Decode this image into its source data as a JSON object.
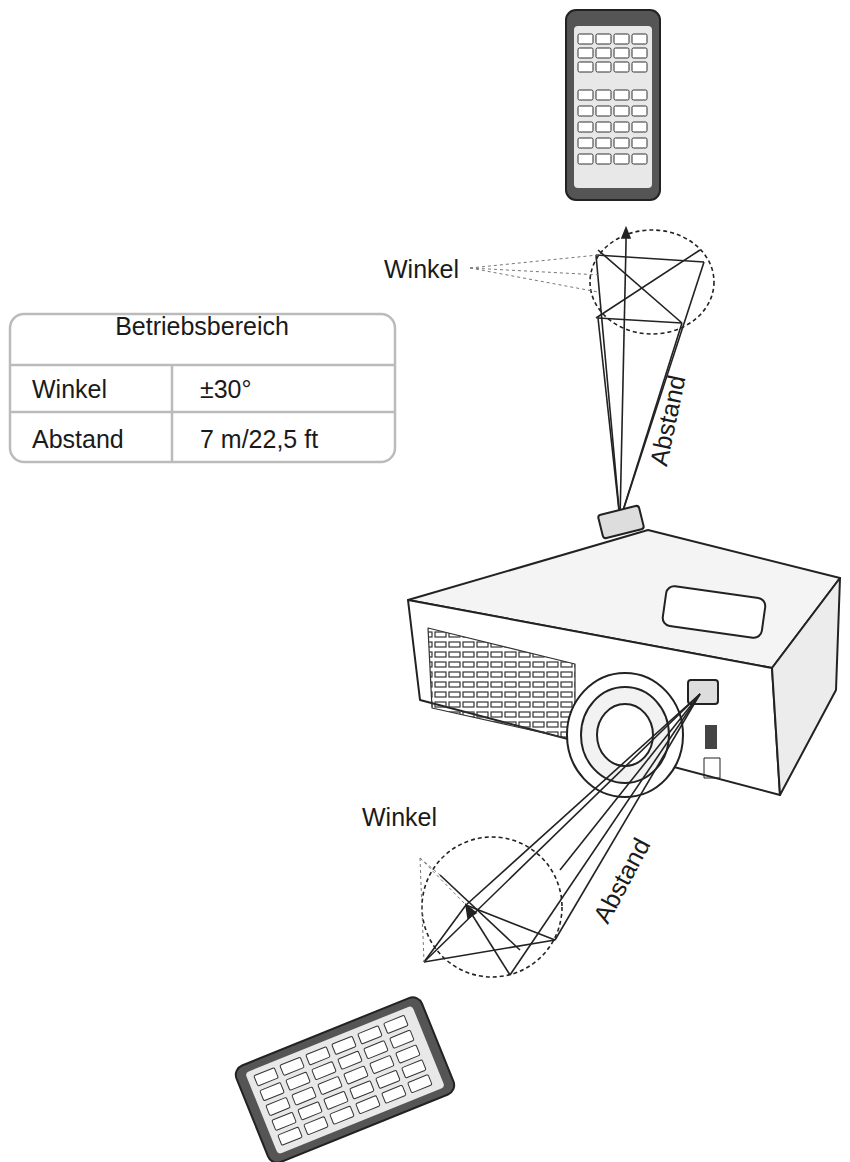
{
  "diagram": {
    "labels": [
      "Winkel",
      "Betriebsbereich",
      "Winkel",
      "±30°",
      "Abstand",
      "7 m/22,5 ft",
      "Abstand",
      "Winkel",
      "Abstand"
    ]
  }
}
